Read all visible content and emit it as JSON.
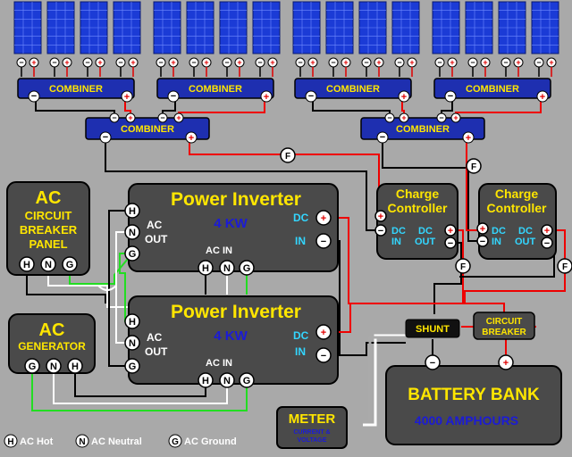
{
  "combiner_label": "COMBINER",
  "inverters": [
    {
      "title": "Power Inverter",
      "rating": "4 KW",
      "ac_label": "AC",
      "out_label": "OUT",
      "ac_in_label": "AC  IN",
      "dc_label": "DC",
      "in_label": "IN"
    },
    {
      "title": "Power Inverter",
      "rating": "4 KW",
      "ac_label": "AC",
      "out_label": "OUT",
      "ac_in_label": "AC  IN",
      "dc_label": "DC",
      "in_label": "IN"
    }
  ],
  "charge_controllers": [
    {
      "title_line1": "Charge",
      "title_line2": "Controller",
      "dc_in": [
        "DC",
        "IN"
      ],
      "dc_out": [
        "DC",
        "OUT"
      ]
    },
    {
      "title_line1": "Charge",
      "title_line2": "Controller",
      "dc_in": [
        "DC",
        "IN"
      ],
      "dc_out": [
        "DC",
        "OUT"
      ]
    }
  ],
  "ac_panel": {
    "title": "AC",
    "lines": [
      "CIRCUIT",
      "BREAKER",
      "PANEL"
    ]
  },
  "generator": {
    "title": "AC",
    "subtitle": "GENERATOR"
  },
  "shunt": "SHUNT",
  "circuit_breaker": [
    "CIRCUIT",
    "BREAKER"
  ],
  "battery": {
    "title": "BATTERY BANK",
    "capacity": "4000 AMPHOURS"
  },
  "meter": {
    "title": "METER",
    "sub1": "CURRENT &",
    "sub2": "VOLTAGE"
  },
  "fuse_label": "F",
  "terminal_labels": {
    "hot": "H",
    "neutral": "N",
    "ground": "G",
    "plus": "+",
    "minus": "−"
  },
  "legend": [
    {
      "symbol": "H",
      "text": "AC Hot"
    },
    {
      "symbol": "N",
      "text": "AC Neutral"
    },
    {
      "symbol": "G",
      "text": "AC Ground"
    }
  ],
  "colors": {
    "background": "#a9a9a9",
    "panel_blue": "#1b3bd6",
    "combiner_blue": "#1e2fb0",
    "device_gray": "#4a4a4a",
    "title_yellow": "#ffe600",
    "label_cyan": "#33d6ff",
    "wire_red": "#e00000",
    "wire_green": "#22dd22",
    "wire_white": "#ffffff",
    "wire_black": "#000000"
  }
}
